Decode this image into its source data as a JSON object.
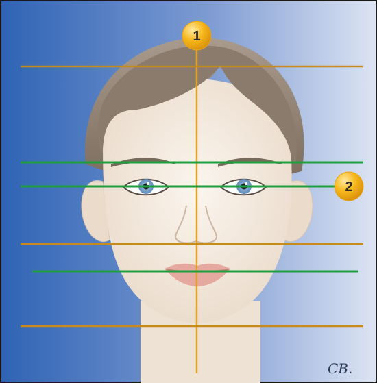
{
  "markers": [
    {
      "number": "1",
      "color": "#F6B81C"
    },
    {
      "number": "2",
      "color": "#F6B81C"
    }
  ],
  "signature": "CB.",
  "colors": {
    "background_left": "#2E63B4",
    "background_right": "#D9E1F2",
    "orange_line": "#E8A020",
    "green_line": "#1E9E3E",
    "skin": "#F4EADF",
    "hair": "#8E7F70",
    "iris": "#7FA7CF"
  }
}
